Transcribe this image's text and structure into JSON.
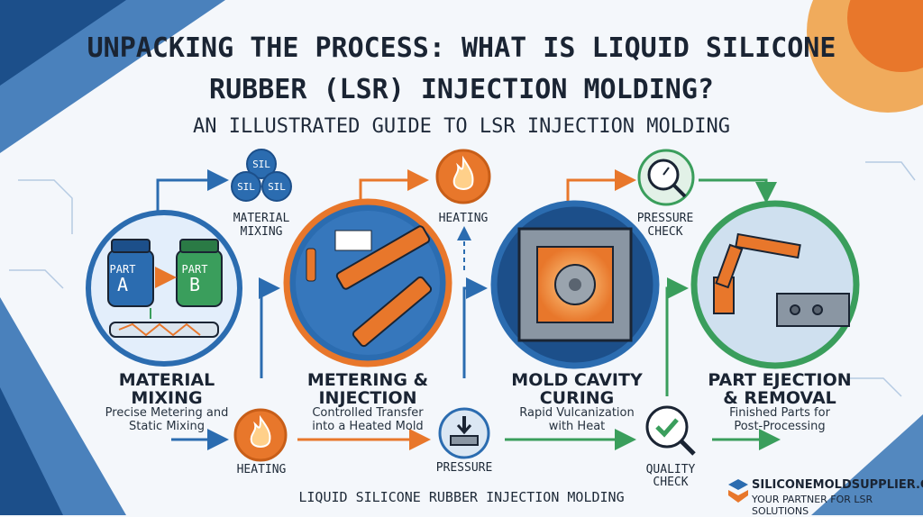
{
  "title_line1": "UNPACKING THE PROCESS: WHAT IS LIQUID SILICONE",
  "title_line2": "RUBBER (LSR) INJECTION MOLDING?",
  "subtitle": "AN ILLUSTRATED GUIDE TO LSR INJECTION MOLDING",
  "stages": [
    {
      "title_line1": "MATERIAL",
      "title_line2": "MIXING",
      "desc_line1": "Precise Metering and",
      "desc_line2": "Static Mixing"
    },
    {
      "title_line1": "METERING &",
      "title_line2": "INJECTION",
      "desc_line1": "Controlled Transfer",
      "desc_line2": "into a Heated Mold"
    },
    {
      "title_line1": "MOLD CAVITY",
      "title_line2": "CURING",
      "desc_line1": "Rapid Vulcanization",
      "desc_line2": "with Heat"
    },
    {
      "title_line1": "PART EJECTION",
      "title_line2": "& REMOVAL",
      "desc_line1": "Finished Parts for",
      "desc_line2": "Post-Processing"
    }
  ],
  "small_icons": {
    "sil_text": "SIL",
    "material_mixing_line1": "MATERIAL",
    "material_mixing_line2": "MIXING",
    "heating_top": "HEATING",
    "pressure_check_line1": "PRESSURE",
    "pressure_check_line2": "CHECK",
    "heating_bottom": "HEATING",
    "pressure": "PRESSURE",
    "quality_check_line1": "QUALITY",
    "quality_check_line2": "CHECK"
  },
  "jars": {
    "part_label": "PART",
    "a": "A",
    "b": "B"
  },
  "footer": "LIQUID SILICONE RUBBER INJECTION MOLDING",
  "brand": {
    "name": "SILICONEMOLDSUPPLIER.COM",
    "tagline": "YOUR PARTNER FOR LSR SOLUTIONS"
  },
  "colors": {
    "blue": "#2b6cb0",
    "orange": "#e8772b",
    "green": "#3a9e5c",
    "navy": "#1a2433"
  }
}
